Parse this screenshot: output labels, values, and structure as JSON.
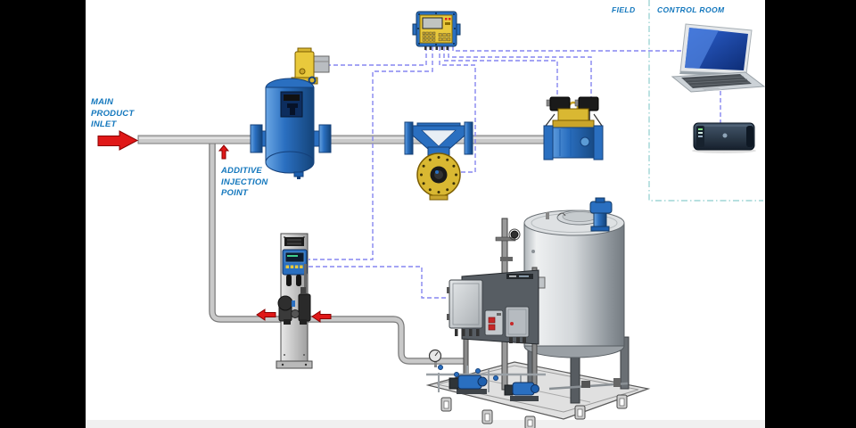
{
  "zones": {
    "field_label": "FIELD",
    "control_room_label": "CONTROL ROOM"
  },
  "annotations": {
    "main_inlet": "MAIN\nPRODUCT\nINLET",
    "additive_point": "ADDITIVE\nINJECTION\nPOINT"
  },
  "components": {
    "controller": "flow-computer-controller-icon",
    "strainer_solenoid": "solenoid-valve-icon",
    "strainer": "strainer-vessel-icon",
    "flow_meter": "pd-flow-meter-icon",
    "control_valve": "dual-solenoid-control-valve-icon",
    "injection_pump": "additive-injection-pump-stand-icon",
    "tank_skid": "additive-tank-skid-icon",
    "laptop": "control-room-laptop-icon",
    "comms_device": "communications-interface-icon"
  },
  "colors": {
    "equipment_blue": "#2a6fc0",
    "accent_yellow": "#e9c93c",
    "pipe_gray": "#c9c9c9",
    "signal_line": "#8585f0",
    "zone_divider": "#9fd6d6",
    "label_blue": "#1377bd",
    "arrow_red": "#e01818",
    "canvas_white": "#ffffff",
    "frame_black": "#000000"
  }
}
